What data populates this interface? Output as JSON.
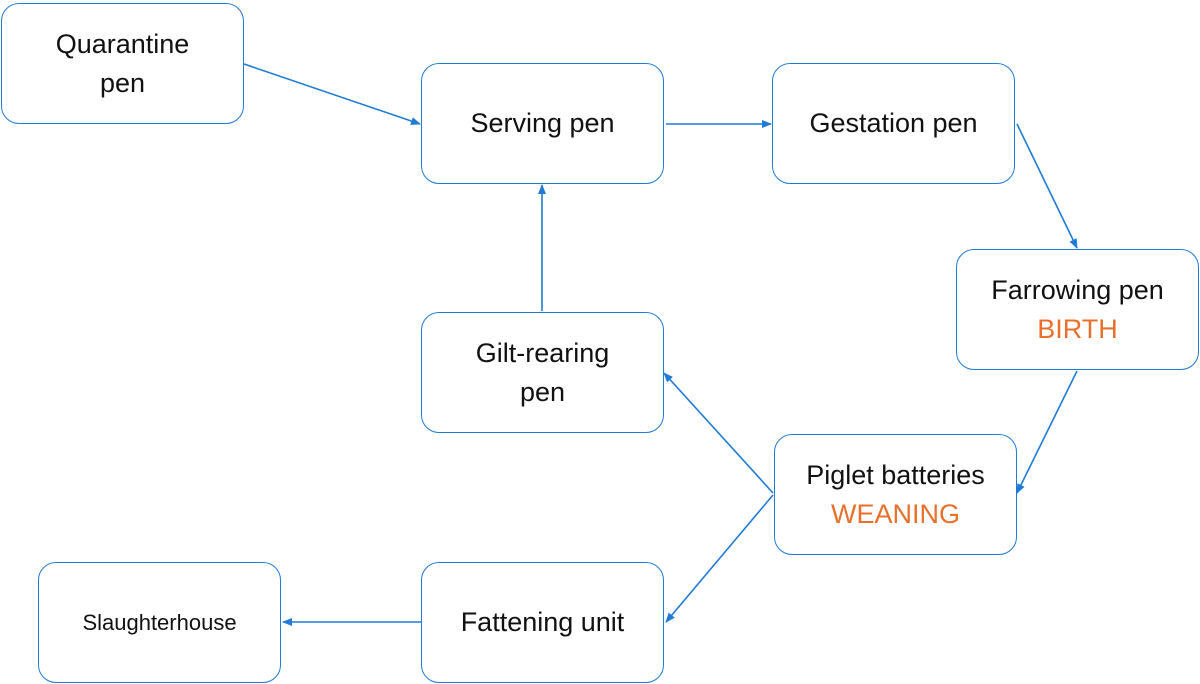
{
  "colors": {
    "accent": "#e8702a",
    "stroke": "#1f7bd6"
  },
  "nodes": {
    "quarantine": {
      "line1": "Quarantine",
      "line2": "pen"
    },
    "serving": {
      "label": "Serving pen"
    },
    "gestation": {
      "label": "Gestation pen"
    },
    "farrowing": {
      "label": "Farrowing pen",
      "tag": "BIRTH"
    },
    "piglet": {
      "label": "Piglet batteries",
      "tag": "WEANING"
    },
    "gilt": {
      "line1": "Gilt-rearing",
      "line2": "pen"
    },
    "fattening": {
      "label": "Fattening unit"
    },
    "slaughter": {
      "label": "Slaughterhouse"
    }
  }
}
